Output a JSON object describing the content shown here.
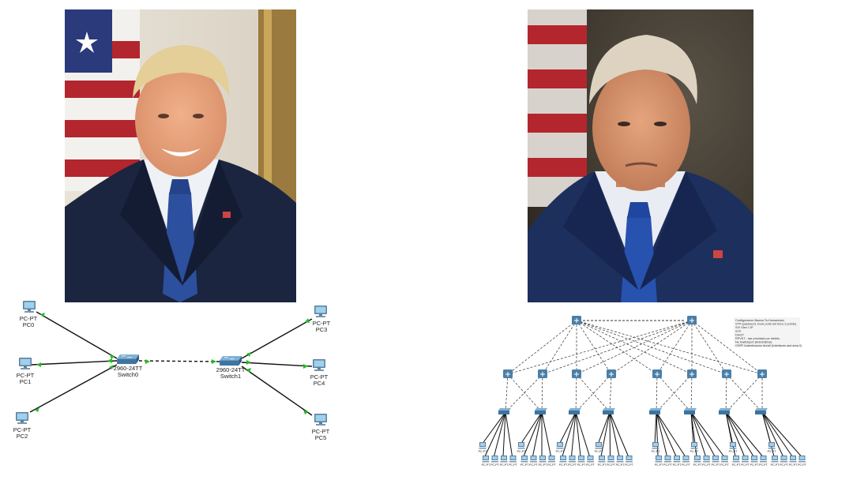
{
  "left_topology": {
    "pcs": [
      {
        "model": "PC-PT",
        "name": "PC0"
      },
      {
        "model": "PC-PT",
        "name": "PC1"
      },
      {
        "model": "PC-PT",
        "name": "PC2"
      },
      {
        "model": "PC-PT",
        "name": "PC3"
      },
      {
        "model": "PC-PT",
        "name": "PC4"
      },
      {
        "model": "PC-PT",
        "name": "PC5"
      }
    ],
    "switches": [
      {
        "model": "2960-24TT",
        "name": "Switch0"
      },
      {
        "model": "2960-24TT",
        "name": "Switch1"
      }
    ]
  },
  "right_topology": {
    "notes": [
      "Configuracion Basica To-Humanidad",
      "VTP (password, trunk ports full trunc 2 points)",
      "SVI Vlan 1 IP",
      "STP",
      "DHCP",
      "RPVST - dar prioridad por distrito",
      "No Switchport (Administrar)",
      "OSPF Autenticacion Area0 (Interfaces and area 0)"
    ],
    "pc_model": "PC-PT"
  },
  "colors": {
    "link": "#111111",
    "port_up": "#22bb22",
    "switch_body": "#4a7fa8",
    "pc_screen": "#7fb6da",
    "suit": "#1b2540",
    "tie": "#2c4f9e"
  }
}
